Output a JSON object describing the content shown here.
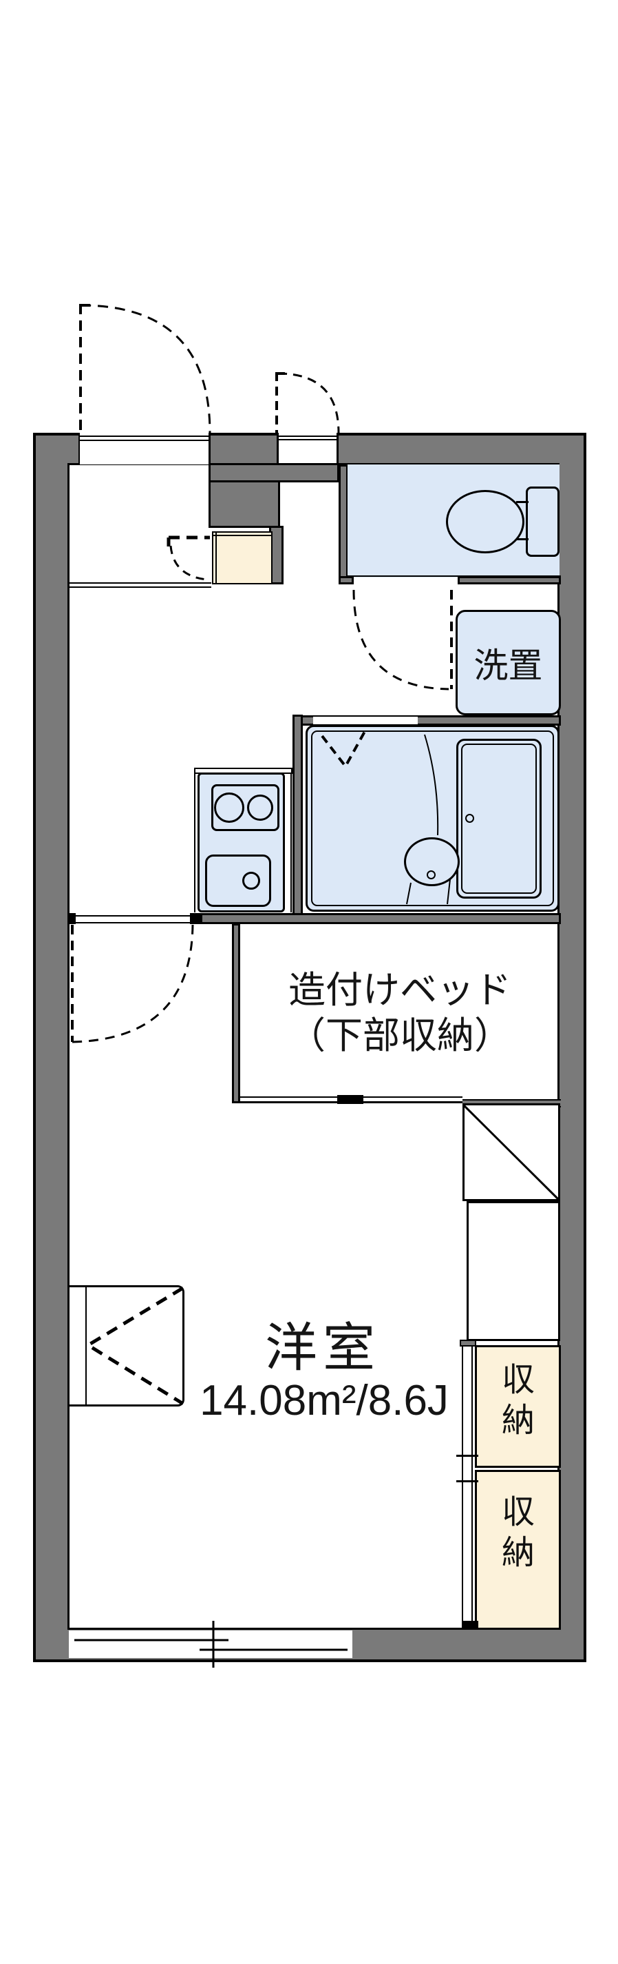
{
  "plan": {
    "type": "japanese-apartment-floor-plan",
    "labels": {
      "washer_space": "洗置",
      "built_in_bed_line1": "造付けベッド",
      "built_in_bed_line2": "（下部収納）",
      "main_room_name": "洋室",
      "main_room_area": "14.08m²/8.6J",
      "storage_upper": "収納",
      "storage_lower": "収納"
    },
    "colors": {
      "wall": "#7a7a7a",
      "fixture_blue": "#dce8f7",
      "storage_cream": "#fcf2da",
      "line": "#000000",
      "background": "#ffffff"
    }
  }
}
